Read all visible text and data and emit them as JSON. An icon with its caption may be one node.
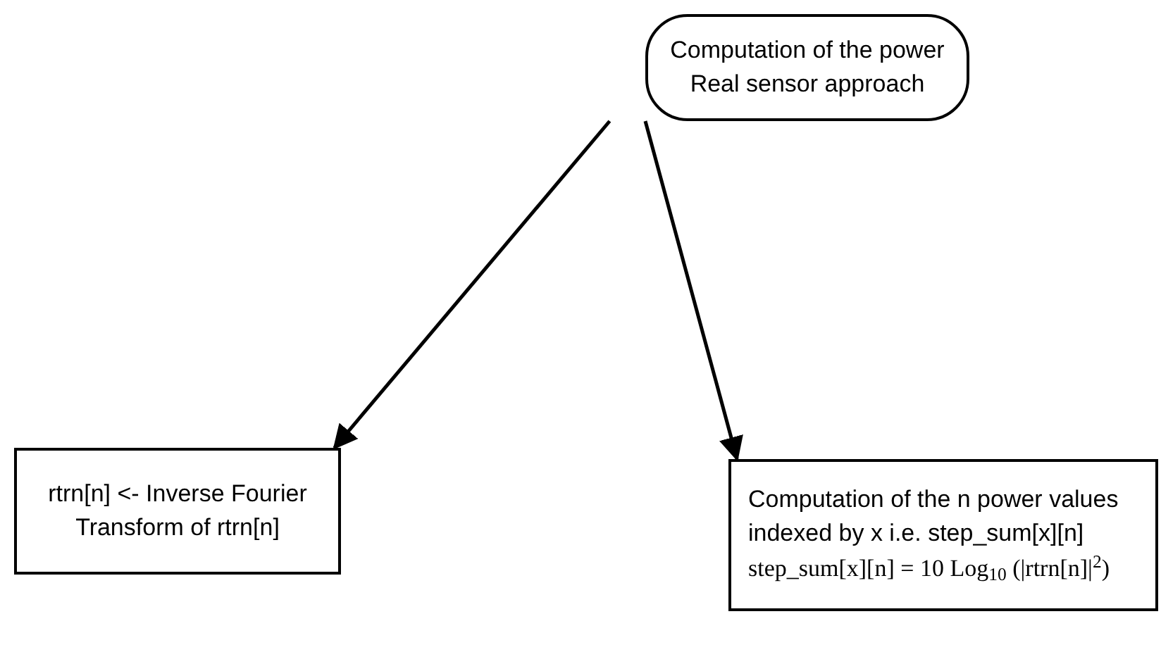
{
  "diagram": {
    "nodes": [
      {
        "text": [
          "Computation of the power Real sensor approach"
        ]
      },
      {
        "text": [
          "rtrn[n] <- Inverse Fourier Transform of rtrn[n]"
        ]
      },
      {
        "text": [
          "Computation of the n power values indexed by x i.e. step_sum[x][n]",
          "step_sum[x][n] = 10 Log$_{10}$ (|rtrn[n]|$^{2}$)"
        ]
      }
    ],
    "edges": [
      {
        "from": 0,
        "to": 1,
        "arrow": "to"
      },
      {
        "from": 0,
        "to": 2,
        "arrow": "to"
      }
    ]
  }
}
